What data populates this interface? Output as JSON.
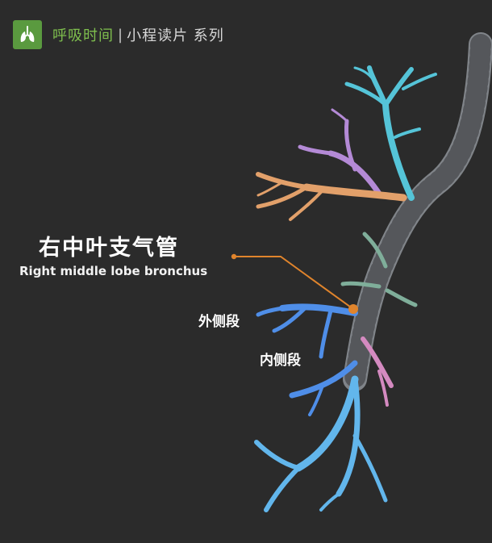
{
  "header": {
    "brand": "呼吸时间",
    "separator": "|",
    "series": "小程读片 系列",
    "logo_icon": "lungs-icon"
  },
  "labels": {
    "title_cn": "右中叶支气管",
    "title_en": "Right middle lobe bronchus",
    "lateral_segment": "外侧段",
    "medial_segment": "内侧段"
  },
  "colors": {
    "background": "#2b2b2b",
    "brand_green": "#7fbf4e",
    "logo_bg": "#5a9a3f",
    "pointer": "#e0842c",
    "trachea": "#8a8e94",
    "upper_cyan": "#55c4d8",
    "upper_purple": "#b48ad6",
    "upper_orange": "#e2a06a",
    "middle_green": "#7fae9a",
    "lower_blue": "#4f8ee8",
    "lower_light_blue": "#62b6ec",
    "lower_pink": "#d48ac0"
  }
}
